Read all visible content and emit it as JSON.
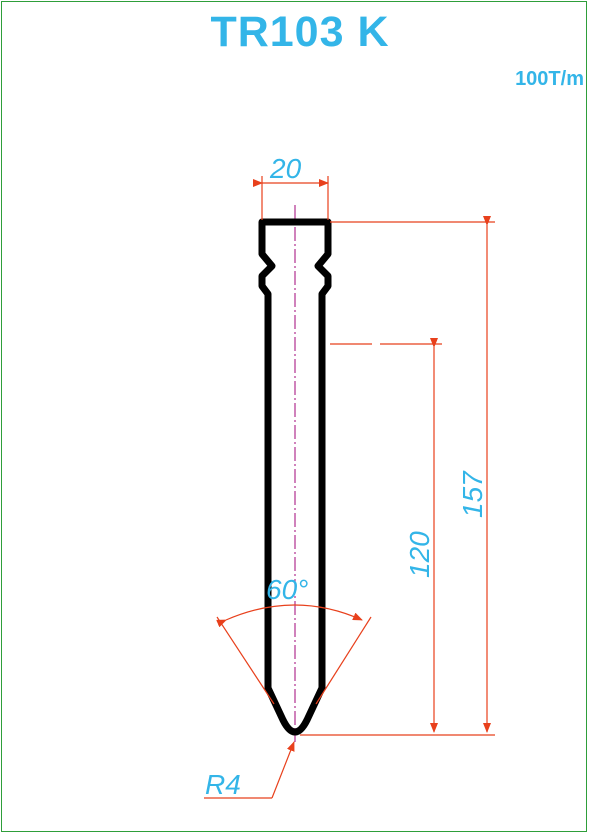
{
  "title": "TR103 K",
  "capacity": "100T/m",
  "dimensions": {
    "width": "20",
    "total_height": "157",
    "height": "120",
    "angle": "60°",
    "radius": "R4"
  },
  "colors": {
    "frame": "#2e9e3a",
    "text": "#33b5e8",
    "dimension_lines": "#e8401c",
    "profile": "#000000",
    "centerline": "#b0308f"
  }
}
